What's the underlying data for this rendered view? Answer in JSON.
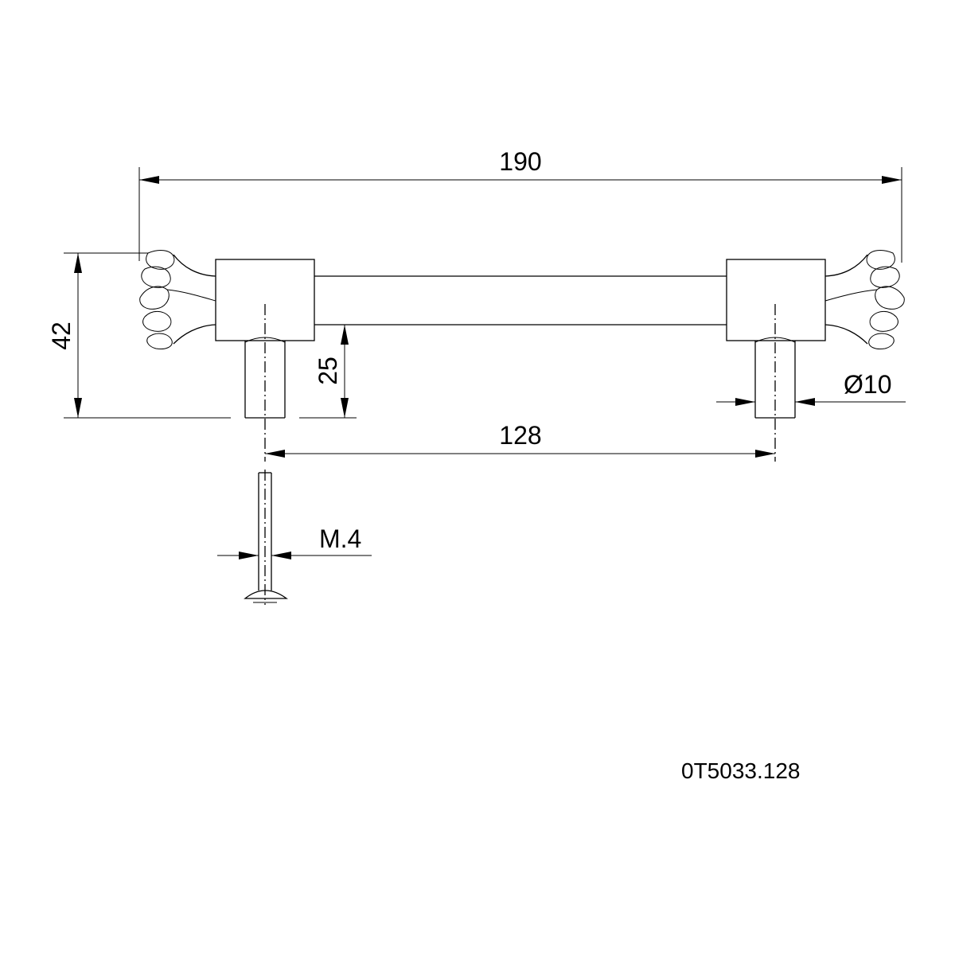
{
  "dimensions": {
    "overall_length": "190",
    "height": "42",
    "post_height": "25",
    "hole_spacing": "128",
    "post_diameter": "Ø10",
    "screw_thread": "M.4"
  },
  "product_code": "0T5033.128",
  "colors": {
    "line": "#000000",
    "background": "#ffffff"
  }
}
